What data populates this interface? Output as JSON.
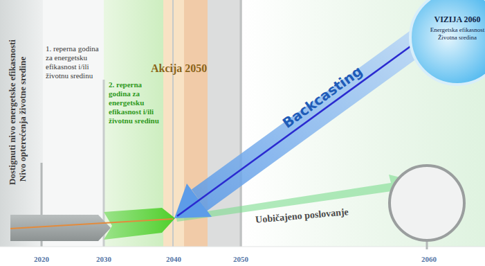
{
  "diagram": {
    "nodes": [
      {
        "text": [
          "VIZIJA 2060",
          "Energetska efikasnost",
          "Životna sredina"
        ]
      }
    ],
    "labels": [
      "Dostignuti nivo energetske efikasnosti",
      "Nivo opterećenja životne sredine",
      "1. reperna godina za energetsku efikasnost i/ili životnu sredinu",
      "2. reperna godina za energetsku efikasnost i/ili životnu sredinu",
      "Akcija 2050",
      "Backcasting",
      "Uobičajeno poslovanje",
      "2020",
      "2030",
      "2040",
      "2050",
      "2060"
    ]
  }
}
